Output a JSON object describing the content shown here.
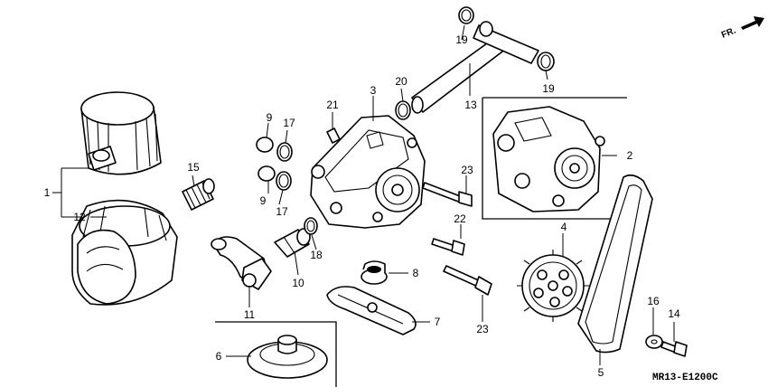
{
  "diagram": {
    "direction_label": "FR.",
    "code": "MR13-E1200",
    "code_suffix": "C",
    "callouts": {
      "c1": "1",
      "c2": "2",
      "c3": "3",
      "c4": "4",
      "c5": "5",
      "c6": "6",
      "c7": "7",
      "c8": "8",
      "c9a": "9",
      "c9b": "9",
      "c10": "10",
      "c11": "11",
      "c12": "12",
      "c13": "13",
      "c14": "14",
      "c15": "15",
      "c16": "16",
      "c17a": "17",
      "c17b": "17",
      "c18": "18",
      "c19a": "19",
      "c19b": "19",
      "c20": "20",
      "c21": "21",
      "c22": "22",
      "c23a": "23",
      "c23b": "23"
    }
  },
  "colors": {
    "ink": "#000000",
    "paper": "#ffffff"
  }
}
